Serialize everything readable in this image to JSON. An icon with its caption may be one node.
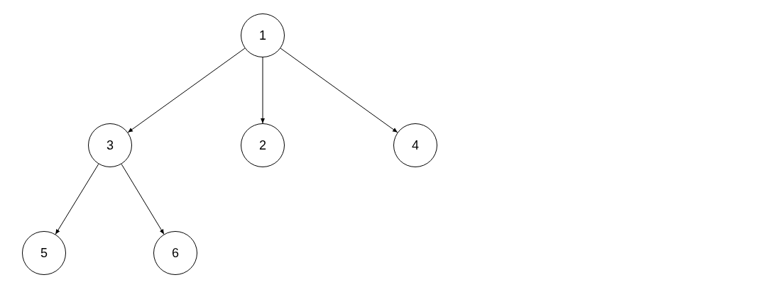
{
  "diagram": {
    "nodes": [
      {
        "text": [
          "1"
        ]
      },
      {
        "text": [
          "3"
        ]
      },
      {
        "text": [
          "2"
        ]
      },
      {
        "text": [
          "4"
        ]
      },
      {
        "text": [
          "5"
        ]
      },
      {
        "text": [
          "6"
        ]
      }
    ],
    "edges": [
      {
        "from": 0,
        "to": 1,
        "arrow": "to"
      },
      {
        "from": 0,
        "to": 2,
        "arrow": "to"
      },
      {
        "from": 0,
        "to": 3,
        "arrow": "to"
      },
      {
        "from": 1,
        "to": 4,
        "arrow": "to"
      },
      {
        "from": 1,
        "to": 5,
        "arrow": "to"
      }
    ]
  }
}
